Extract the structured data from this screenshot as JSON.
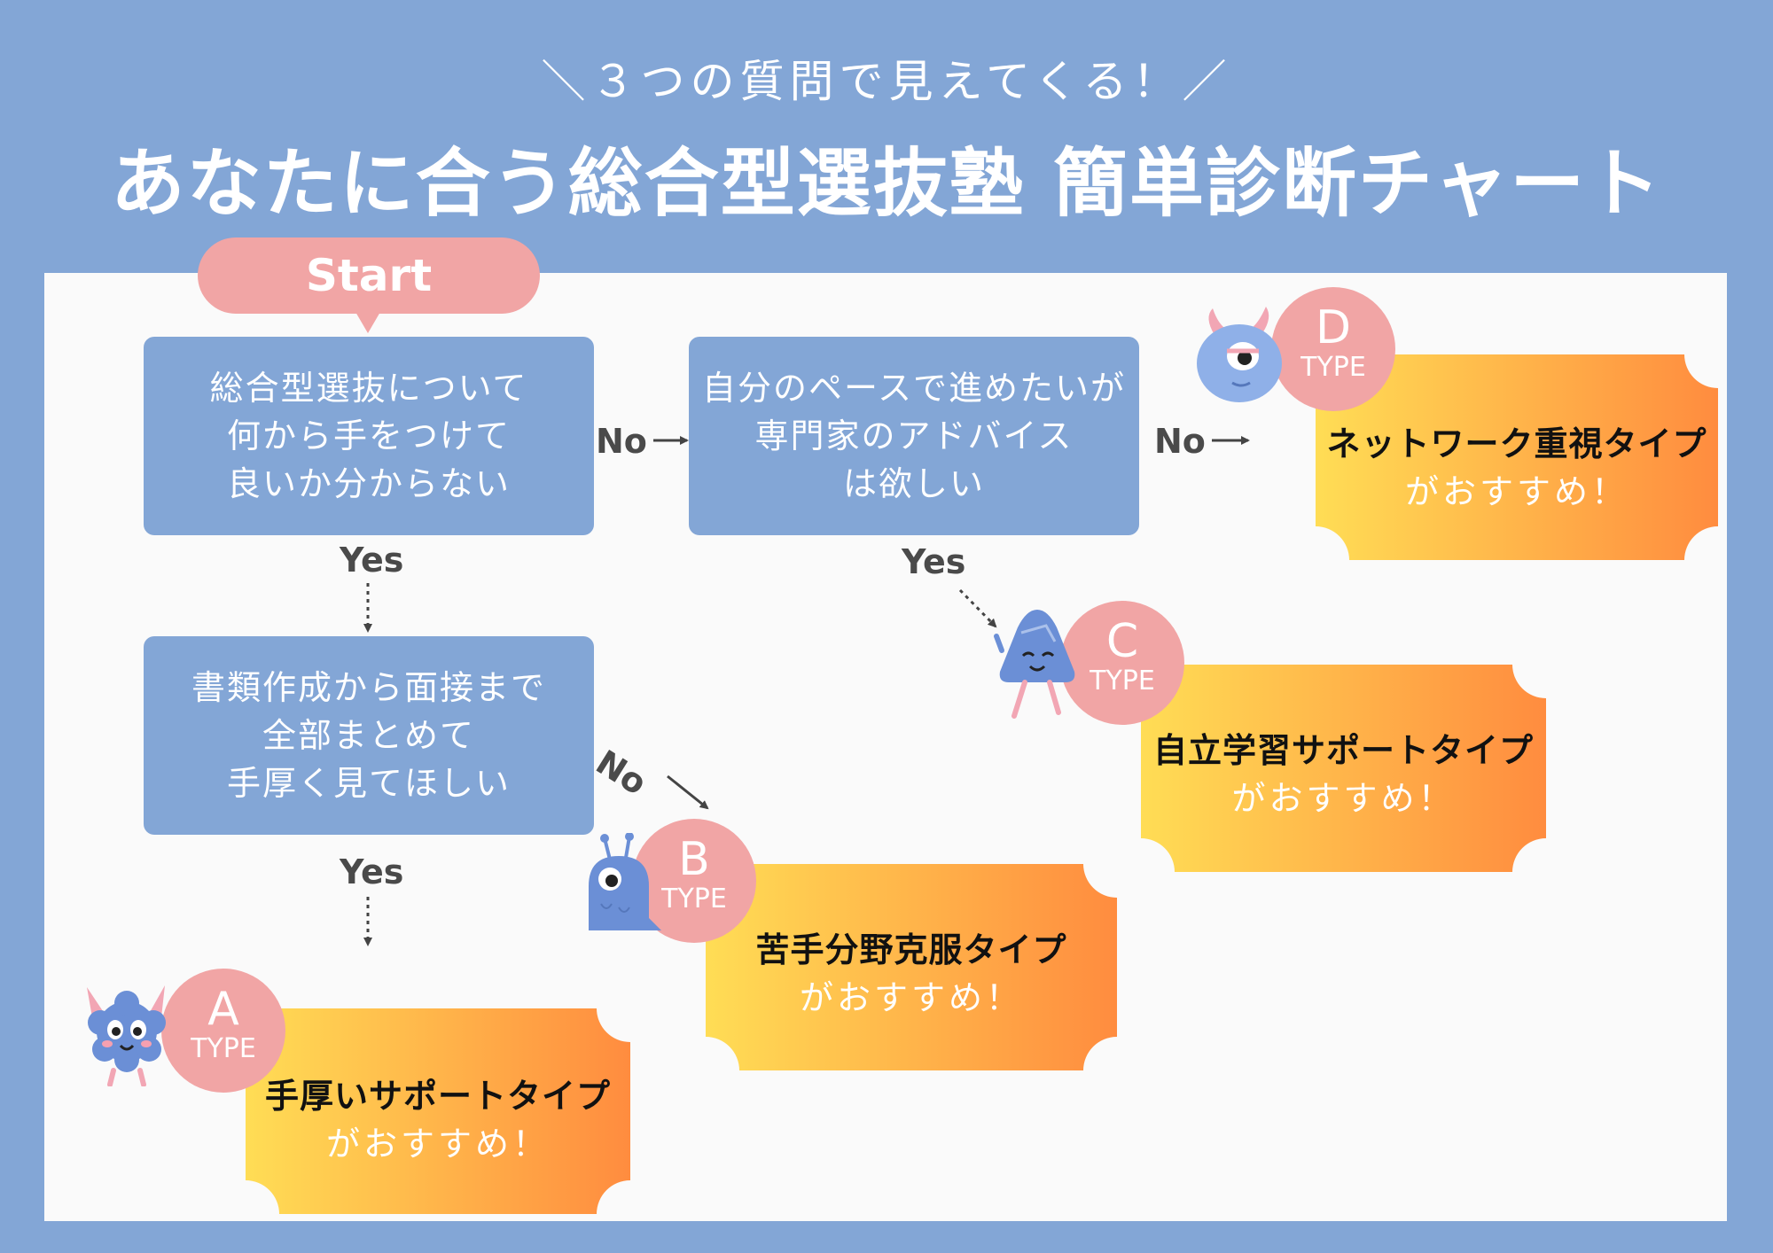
{
  "header": {
    "subtitle": "＼３つの質問で見えてくる！／",
    "title": "あなたに合う総合型選抜塾 簡単診断チャート"
  },
  "start_label": "Start",
  "questions": {
    "q1": "総合型選抜について\n何から手をつけて\n良いか分からない",
    "q2": "自分のペースで進めたいが\n専門家のアドバイス\nは欲しい",
    "q3": "書類作成から面接まで\n全部まとめて\n手厚く見てほしい"
  },
  "labels": {
    "yes": "Yes",
    "no": "No"
  },
  "results": {
    "a": {
      "letter": "A",
      "type": "TYPE",
      "name": "手厚いサポートタイプ",
      "sub": "がおすすめ！"
    },
    "b": {
      "letter": "B",
      "type": "TYPE",
      "name": "苦手分野克服タイプ",
      "sub": "がおすすめ！"
    },
    "c": {
      "letter": "C",
      "type": "TYPE",
      "name": "自立学習サポートタイプ",
      "sub": "がおすすめ！"
    },
    "d": {
      "letter": "D",
      "type": "TYPE",
      "name": "ネットワーク重視タイプ",
      "sub": "がおすすめ！"
    }
  },
  "colors": {
    "background": "#83a6d6",
    "panel": "#fafafa",
    "question_box": "#83a6d6",
    "badge": "#f1a5a5",
    "ticket_start": "#ffdd55",
    "ticket_end": "#ff8c3f"
  }
}
